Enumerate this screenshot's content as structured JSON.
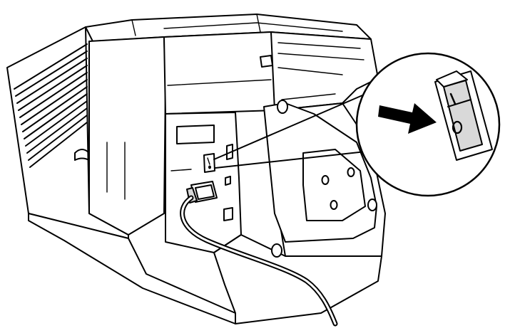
{
  "figure": {
    "description_visible_text": [],
    "callout": {
      "component": "power-switch",
      "switch_position_marks": [
        "I",
        "O"
      ],
      "arrow_points_to": "O"
    },
    "colors": {
      "line": "#000000",
      "background": "#ffffff",
      "switch_face": "#d9d9d9"
    }
  }
}
